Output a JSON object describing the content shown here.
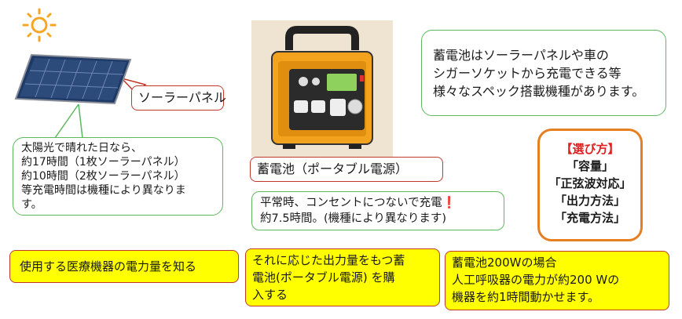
{
  "solar_panel_label": "ソーラーパネル",
  "battery_label": "蓄電池（ポータブル電源）",
  "info_top": [
    "蓄電池はソーラーパネルや車の",
    "シガーソケットから充電できる等",
    "様々なスペック搭載機種があります。"
  ],
  "sunny_info": [
    "太陽光で晴れた日なら、",
    "約17時間（1枚ソーラーパネル）",
    "約10時間（2枚ソーラーパネル）",
    "等充電時間は機種により異なりま",
    "す。"
  ],
  "outlet_info": {
    "line1": "平常時、コンセントにつないで充電",
    "mark": "❗",
    "line2": "約7.5時間。(機種により異なります)"
  },
  "selection": {
    "heading": "【選び方】",
    "items": [
      "「容量」",
      "「正弦波対応」",
      "「出力方法」",
      "「充電方法」"
    ]
  },
  "steps": {
    "step1": "使用する医療機器の電力量を知る",
    "step2": [
      "それに応じた出力量をもつ蓄",
      "電池(ポータブル電源) を購",
      "入する"
    ],
    "step3": [
      "蓄電池200Wの場合",
      "人工呼吸器の電力が約200 Wの",
      "機器を約1時間動かせます。"
    ]
  },
  "colors": {
    "sun": "#f5a623",
    "panel": "#2c4a7a",
    "battery_body": "#f2a21c",
    "step_fill": "#ffff00",
    "red_border": "#c0392b",
    "green_border": "#5cb85c",
    "select_border": "#e67e22",
    "warning": "#e02020"
  },
  "icons": [
    "sun-icon",
    "solar-panel-icon",
    "portable-battery-icon"
  ]
}
